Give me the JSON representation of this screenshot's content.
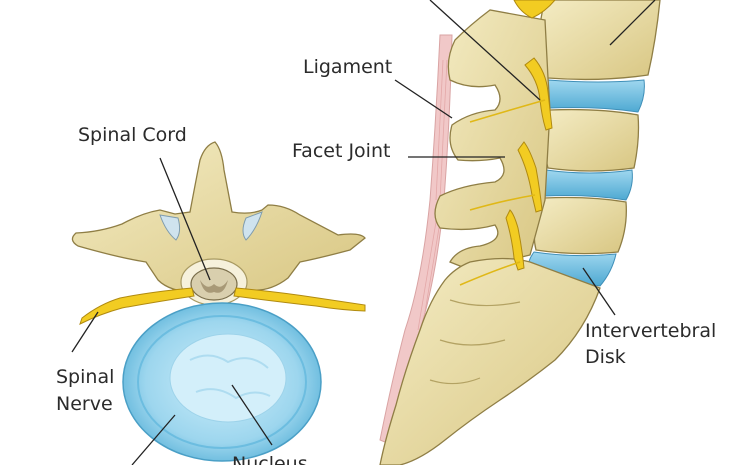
{
  "labels": {
    "spinal_cord": "Spinal Cord",
    "ligament": "Ligament",
    "facet_joint": "Facet Joint",
    "spinal_nerve_line1": "Spinal",
    "spinal_nerve_line2": "Nerve",
    "intervertebral_line1": "Intervertebral",
    "intervertebral_line2": "Disk",
    "nucleus_partial": "Nucleus"
  },
  "colors": {
    "bone": "#eadca2",
    "bone_shadow": "#c9b877",
    "bone_outline": "#8f7e45",
    "disk": "#7fc8e6",
    "disk_inner": "#bfe6f5",
    "nerve": "#f2cc22",
    "nerve_outline": "#b08a10",
    "ligament": "#f1c8c8",
    "leader_line": "#222222",
    "text": "#2b2b2b"
  }
}
